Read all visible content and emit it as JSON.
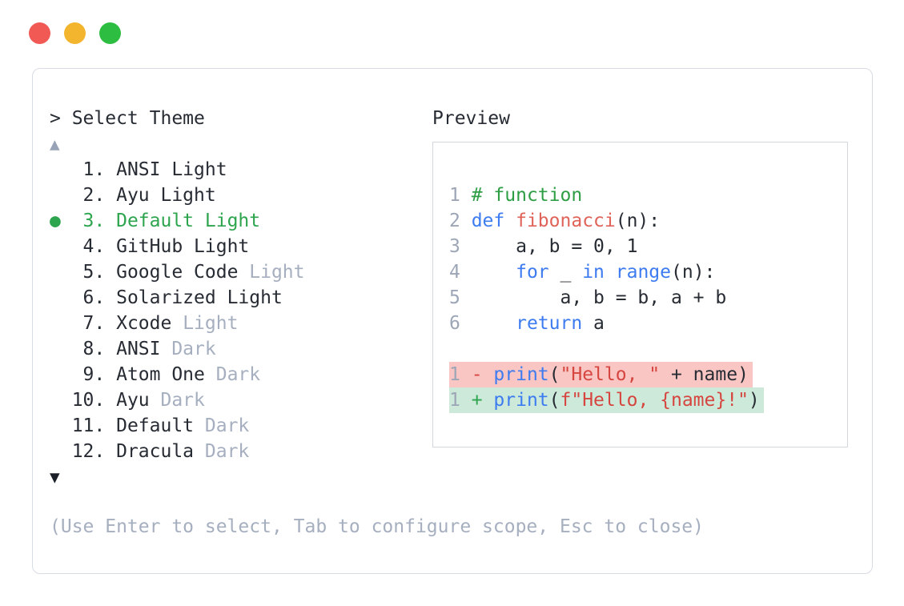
{
  "window": {
    "controls": [
      "close",
      "minimize",
      "zoom"
    ]
  },
  "prompt": "> Select Theme",
  "scroll_up_icon": "▲",
  "scroll_down_icon": "▼",
  "theme_list": [
    {
      "num": " 1",
      "main": "ANSI Light",
      "muted": "",
      "selected": false
    },
    {
      "num": " 2",
      "main": "Ayu Light",
      "muted": "",
      "selected": false
    },
    {
      "num": " 3",
      "main": "Default Light",
      "muted": "",
      "selected": true
    },
    {
      "num": " 4",
      "main": "GitHub Light",
      "muted": "",
      "selected": false
    },
    {
      "num": " 5",
      "main": "Google Code",
      "muted": " Light",
      "selected": false
    },
    {
      "num": " 6",
      "main": "Solarized Light",
      "muted": "",
      "selected": false
    },
    {
      "num": " 7",
      "main": "Xcode",
      "muted": " Light",
      "selected": false
    },
    {
      "num": " 8",
      "main": "ANSI",
      "muted": " Dark",
      "selected": false
    },
    {
      "num": " 9",
      "main": "Atom One",
      "muted": " Dark",
      "selected": false
    },
    {
      "num": "10",
      "main": "Ayu",
      "muted": " Dark",
      "selected": false
    },
    {
      "num": "11",
      "main": "Default",
      "muted": " Dark",
      "selected": false
    },
    {
      "num": "12",
      "main": "Dracula",
      "muted": " Dark",
      "selected": false
    }
  ],
  "preview": {
    "title": "Preview",
    "code_lines": [
      {
        "num": "1 ",
        "diff": "",
        "segments": [
          [
            "com",
            "# function"
          ]
        ]
      },
      {
        "num": "2 ",
        "diff": "",
        "segments": [
          [
            "kw",
            "def"
          ],
          [
            "pl",
            " "
          ],
          [
            "fn",
            "fibonacci"
          ],
          [
            "pl",
            "(n):"
          ]
        ]
      },
      {
        "num": "3 ",
        "diff": "",
        "segments": [
          [
            "pl",
            "    a, b = 0, 1"
          ]
        ]
      },
      {
        "num": "4 ",
        "diff": "",
        "segments": [
          [
            "pl",
            "    "
          ],
          [
            "kw",
            "for"
          ],
          [
            "pl",
            " _ "
          ],
          [
            "kw",
            "in"
          ],
          [
            "pl",
            " "
          ],
          [
            "kw",
            "range"
          ],
          [
            "pl",
            "(n):"
          ]
        ]
      },
      {
        "num": "5 ",
        "diff": "",
        "segments": [
          [
            "pl",
            "        a, b = b, a + b"
          ]
        ]
      },
      {
        "num": "6 ",
        "diff": "",
        "segments": [
          [
            "pl",
            "    "
          ],
          [
            "kw",
            "return"
          ],
          [
            "pl",
            " a"
          ]
        ]
      },
      {
        "num": "",
        "diff": "",
        "segments": []
      },
      {
        "num": "1 ",
        "diff": "del",
        "segments": [
          [
            "minus",
            "- "
          ],
          [
            "kw",
            "print"
          ],
          [
            "pl",
            "("
          ],
          [
            "str",
            "\"Hello, \""
          ],
          [
            "pl",
            " + name)"
          ]
        ]
      },
      {
        "num": "1 ",
        "diff": "add",
        "segments": [
          [
            "plus",
            "+ "
          ],
          [
            "kw",
            "print"
          ],
          [
            "pl",
            "("
          ],
          [
            "str",
            "f\"Hello, {name}!\""
          ],
          [
            "pl",
            ")"
          ]
        ]
      }
    ]
  },
  "help_text": "(Use Enter to select, Tab to configure scope, Esc to close)",
  "colors": {
    "text": "#272b33",
    "muted": "#a6afbf",
    "line_number": "#9da6b6",
    "panel_border": "#d8dce4",
    "box_border": "#d3d8df",
    "selection_green": "#2da44e",
    "comment_green": "#2e9e44",
    "keyword_blue": "#3d7bf0",
    "function_red": "#e0635a",
    "string_red": "#d6453f",
    "diff_del_bg": "#f9c6c3",
    "diff_add_bg": "#cce9d9",
    "arrow_up_gray": "#98a3b8",
    "arrow_down_dark": "#1b1f28",
    "light_red": "#f15955",
    "light_yellow": "#f3b42e",
    "light_green": "#2dbe41"
  }
}
